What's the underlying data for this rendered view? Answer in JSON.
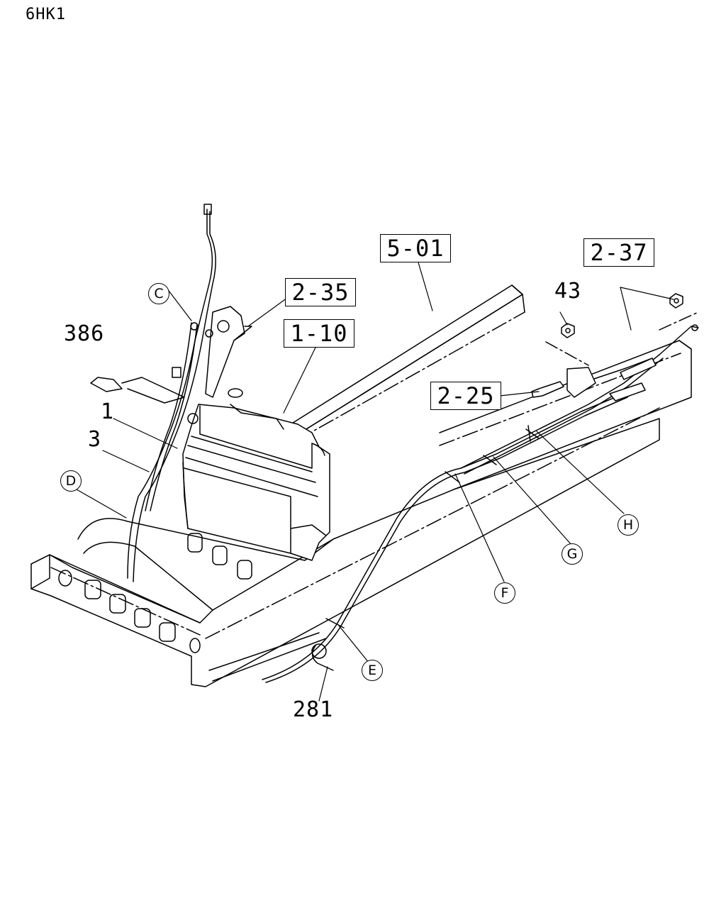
{
  "model": "6HK1",
  "ref_boxes": {
    "b501": "5-01",
    "b235": "2-35",
    "b110": "1-10",
    "b225": "2-25",
    "b237": "2-37"
  },
  "part_numbers": {
    "p386": "386",
    "p1": "1",
    "p3": "3",
    "p43": "43",
    "p281": "281"
  },
  "callouts": {
    "C": "C",
    "D": "D",
    "E": "E",
    "F": "F",
    "G": "G",
    "H": "H"
  }
}
